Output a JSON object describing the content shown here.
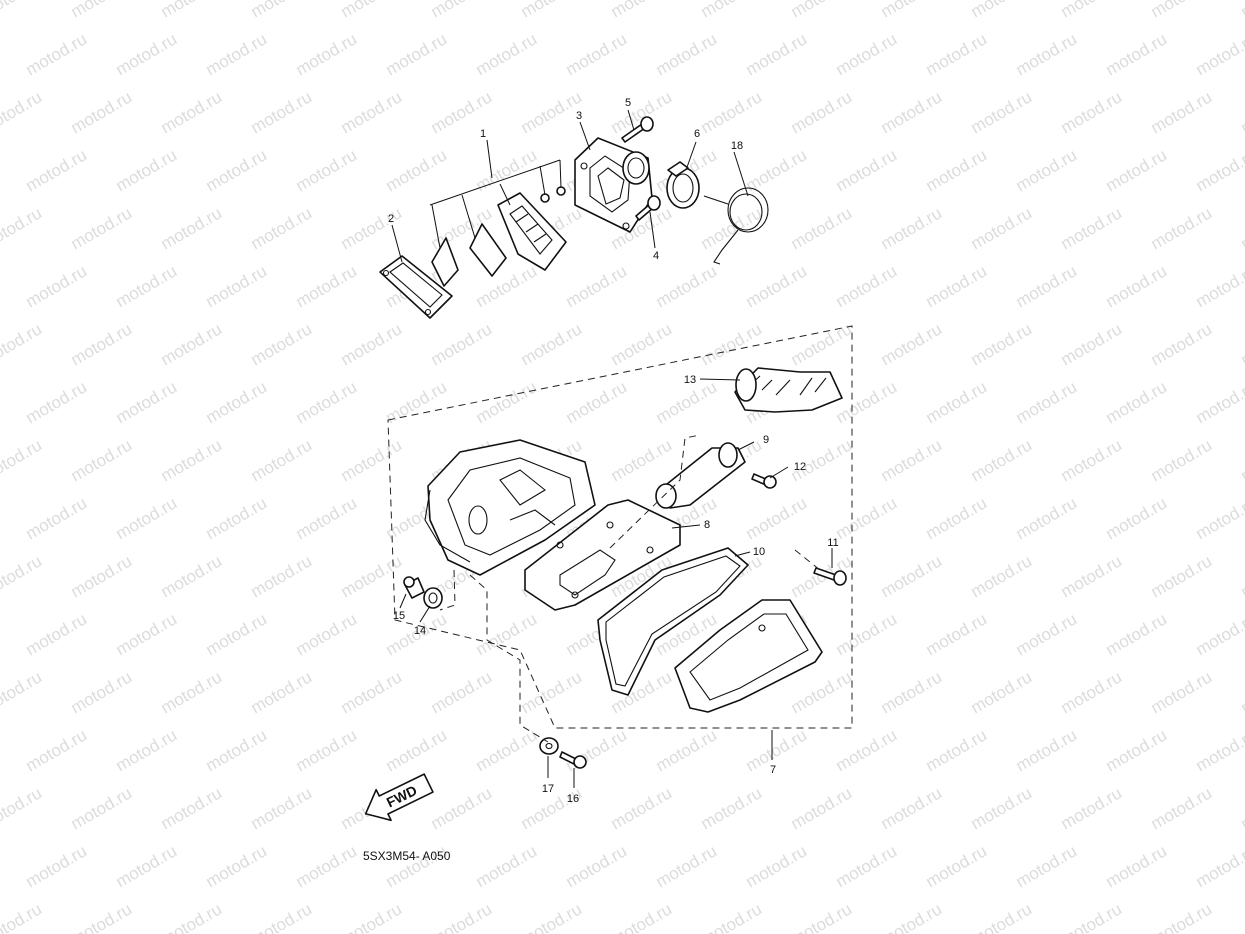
{
  "watermark": "motod.ru",
  "diagram_code": "5SX3M54- A050",
  "fwd_label": "FWD",
  "callouts": [
    {
      "id": "1",
      "label": "1"
    },
    {
      "id": "2",
      "label": "2"
    },
    {
      "id": "3",
      "label": "3"
    },
    {
      "id": "4",
      "label": "4"
    },
    {
      "id": "5",
      "label": "5"
    },
    {
      "id": "6",
      "label": "6"
    },
    {
      "id": "7",
      "label": "7"
    },
    {
      "id": "8",
      "label": "8"
    },
    {
      "id": "9",
      "label": "9"
    },
    {
      "id": "10",
      "label": "10"
    },
    {
      "id": "11",
      "label": "11"
    },
    {
      "id": "12",
      "label": "12"
    },
    {
      "id": "13",
      "label": "13"
    },
    {
      "id": "14",
      "label": "14"
    },
    {
      "id": "15",
      "label": "15"
    },
    {
      "id": "16",
      "label": "16"
    },
    {
      "id": "17",
      "label": "17"
    },
    {
      "id": "18",
      "label": "18"
    }
  ]
}
